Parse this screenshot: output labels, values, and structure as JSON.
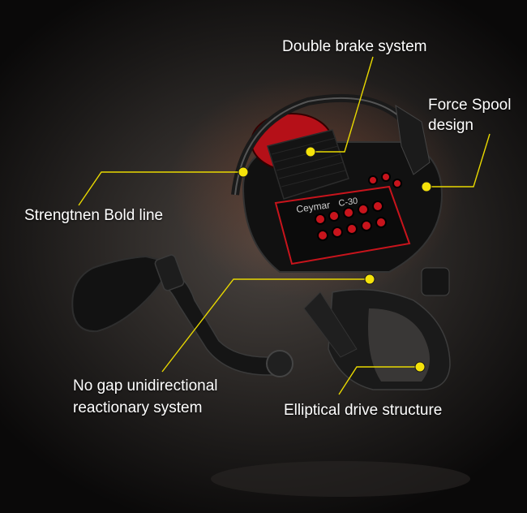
{
  "callouts": {
    "double_brake": "Double brake system",
    "force_spool_line1": "Force Spool",
    "force_spool_line2": "design",
    "bold_line": "Strengtnen Bold line",
    "no_gap_line1": "No gap unidirectional",
    "no_gap_line2": "reactionary system",
    "elliptical_drive": "Elliptical drive structure"
  },
  "product": {
    "brand": "Ceymar",
    "model": "C-30"
  },
  "colors": {
    "callout_line": "#e8d800",
    "callout_dot": "#f5e20a",
    "accent_red": "#c8141c",
    "body_black": "#1a1a1a"
  }
}
